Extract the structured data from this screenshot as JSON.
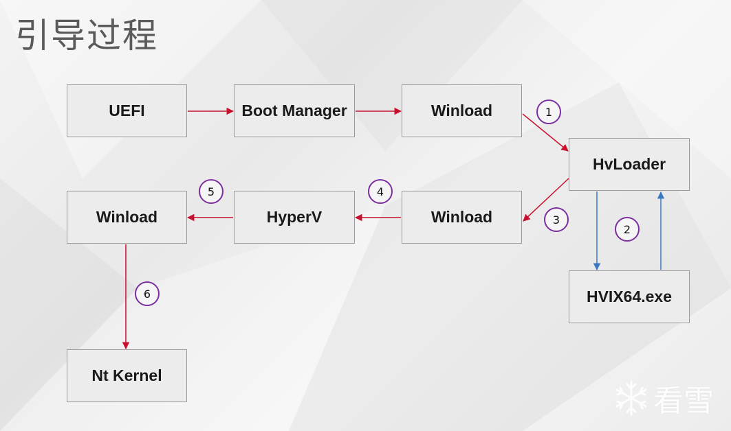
{
  "title": "引导过程",
  "nodes": {
    "uefi": "UEFI",
    "boot_manager": "Boot Manager",
    "winload_top": "Winload",
    "hvloader": "HvLoader",
    "hvix": "HVIX64.exe",
    "winload_mid": "Winload",
    "hyperv": "HyperV",
    "winload_left": "Winload",
    "nt_kernel": "Nt Kernel"
  },
  "steps": [
    "1",
    "2",
    "3",
    "4",
    "5",
    "6"
  ],
  "logo": {
    "icon": "snowflake-icon",
    "text": "看雪"
  },
  "colors": {
    "red_arrow": "#c8102e",
    "blue_arrow": "#3a78c2",
    "step_ring": "#7b2e9e"
  }
}
